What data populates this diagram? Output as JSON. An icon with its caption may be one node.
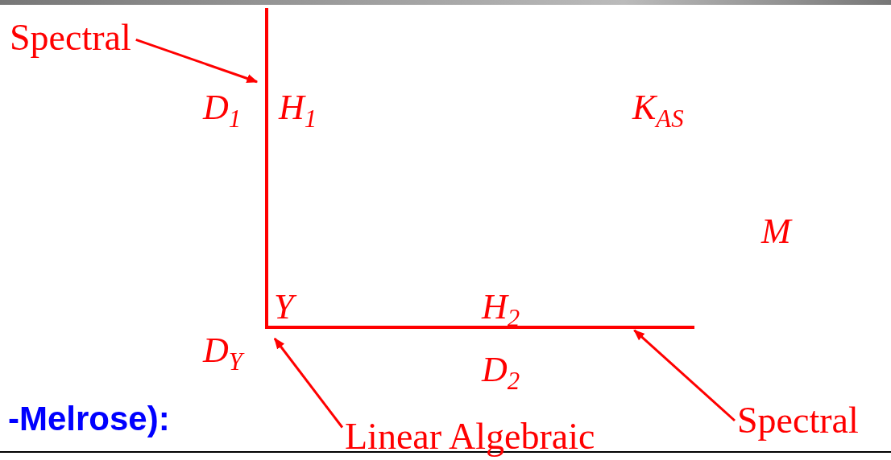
{
  "diagram": {
    "nodes": [
      {
        "text": [
          "Spectral"
        ]
      },
      {
        "text": [],
        "shape": "bar"
      },
      {
        "text": [
          "Linear Algebraic"
        ]
      },
      {
        "text": [
          "Spectral"
        ]
      },
      {
        "text": [],
        "shape": "bar"
      }
    ],
    "edges": [
      {
        "from": 0,
        "to": 1,
        "arrow": "to"
      },
      {
        "from": 2,
        "to": 1,
        "arrow": "to"
      },
      {
        "from": 3,
        "to": 4,
        "arrow": "to"
      }
    ],
    "labels": [
      "D$_{1}$",
      "H$_{1}$",
      "K$_{AS}$",
      "M",
      "Y",
      "H$_{2}$",
      "D$_{Y}$",
      "D$_{2}$",
      "-Melrose):"
    ]
  }
}
